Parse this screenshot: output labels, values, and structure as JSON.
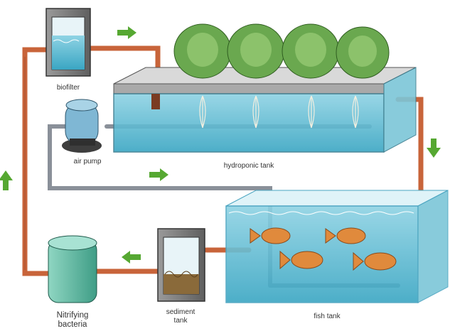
{
  "labels": {
    "biofilter": "biofilter",
    "air_pump": "air pump",
    "hydroponic_tank": "hydroponic tank",
    "fish_tank": "fish tank",
    "sediment_tank_line1": "sediment",
    "sediment_tank_line2": "tank",
    "nitrifying_line1": "Nitrifying",
    "nitrifying_line2": "bacteria"
  },
  "colors": {
    "pipe_copper": "#c8643a",
    "water_blue": "#5bbfd6",
    "glass": "#bfe6ef",
    "lettuce": "#6aa84f",
    "fish": "#e08a3c",
    "arrow_green": "#56a832",
    "pipe_gray": "#8a9099"
  },
  "icons": [
    "lettuce-icon",
    "fish-icon",
    "flow-arrow-icon"
  ]
}
